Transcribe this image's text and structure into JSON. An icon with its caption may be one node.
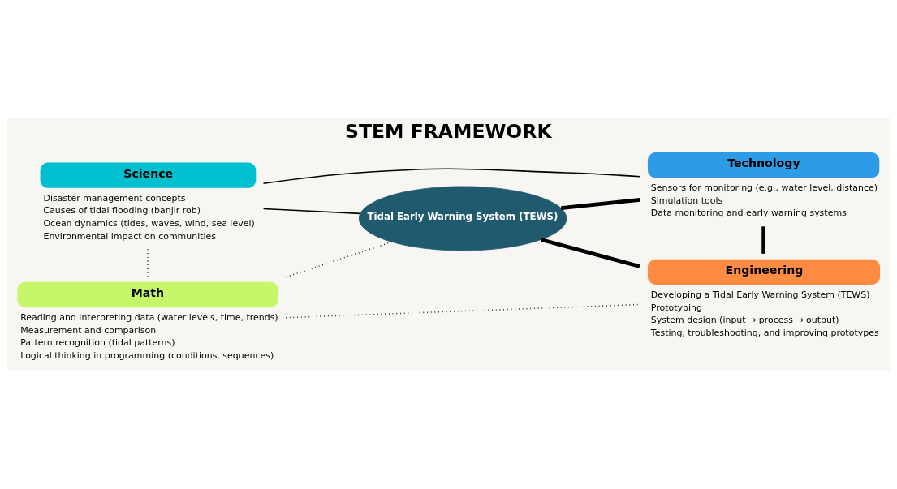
{
  "diagram": {
    "title": "STEM FRAMEWORK",
    "nodes": [
      {
        "text": [
          "Science"
        ],
        "beside": [
          "Disaster management concepts",
          "Causes of tidal flooding (banjir rob)",
          "Ocean dynamics (tides, waves, wind, sea level)",
          "Environmental impact on communities"
        ]
      },
      {
        "text": [
          "Technology"
        ],
        "beside": [
          "Sensors for monitoring (e.g., water level, distance)",
          "Simulation tools",
          "Data monitoring and early warning systems"
        ]
      },
      {
        "text": [
          "Tidal Early Warning System (TEWS)"
        ]
      },
      {
        "text": [
          "Math"
        ],
        "beside": [
          "Reading and interpreting data (water levels, time, trends)",
          "Measurement and comparison",
          "Pattern recognition (tidal patterns)",
          "Logical thinking in programming (conditions, sequences)"
        ]
      },
      {
        "text": [
          "Engineering"
        ],
        "beside": [
          "Developing a Tidal Early Warning System (TEWS)",
          "Prototyping",
          "System design (input → process → output)",
          "Testing, troubleshooting, and improving prototypes"
        ]
      }
    ],
    "edges": [
      {
        "from": 0,
        "to": 1,
        "arrow": "none"
      },
      {
        "from": 0,
        "to": 2,
        "arrow": "none"
      },
      {
        "from": 0,
        "to": 3,
        "arrow": "none",
        "style": "dashed"
      },
      {
        "from": 3,
        "to": 2,
        "arrow": "none",
        "style": "dashed"
      },
      {
        "from": 3,
        "to": 4,
        "arrow": "none",
        "style": "dashed"
      },
      {
        "from": 1,
        "to": 2,
        "arrow": "none",
        "style": "thick"
      },
      {
        "from": 4,
        "to": 2,
        "arrow": "none",
        "style": "thick"
      },
      {
        "from": 1,
        "to": 4,
        "arrow": "none",
        "style": "thick"
      }
    ]
  }
}
